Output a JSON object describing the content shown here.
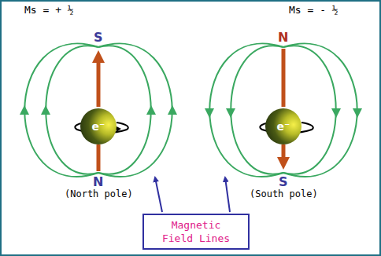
{
  "diagram": {
    "nodes": [
      {
        "text": [
          "e⁻"
        ]
      },
      {
        "text": [
          "e⁻"
        ]
      },
      {
        "text": [
          "Magnetic Field Lines"
        ]
      }
    ],
    "labels": [
      "Ms = + ½",
      "Ms = - ½",
      "S",
      "N",
      "(North pole)",
      "N",
      "S",
      "(South pole)"
    ]
  }
}
